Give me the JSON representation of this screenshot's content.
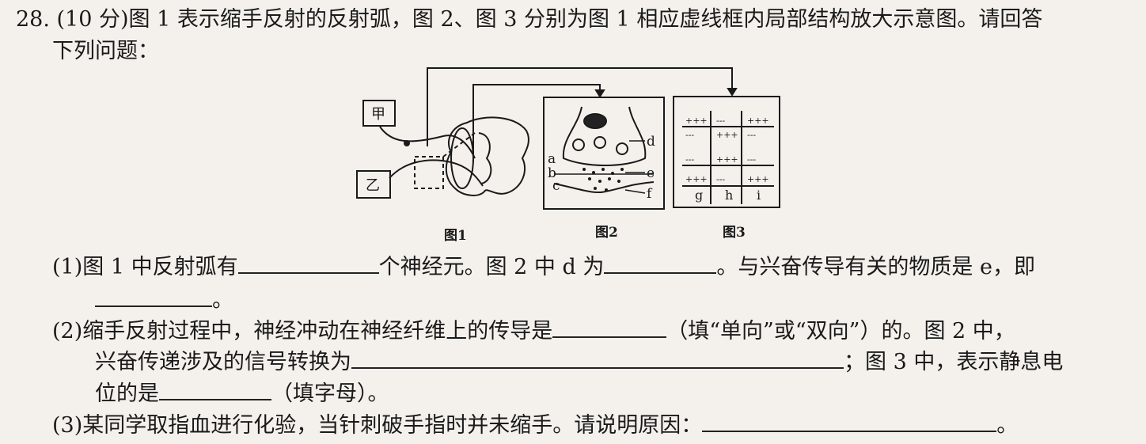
{
  "question": {
    "header": "28. (10 分)图 1 表示缩手反射的反射弧，图 2、图 3 分别为图 1 相应虚线框内局部结构放大示意图。请回答",
    "header_cont": "下列问题："
  },
  "figures": {
    "fig1": {
      "caption": "图1",
      "box_jia": "甲",
      "box_yi": "乙"
    },
    "fig2": {
      "caption": "图2",
      "labels": [
        "a",
        "b",
        "c",
        "d",
        "e",
        "f"
      ]
    },
    "fig3": {
      "caption": "图3",
      "labels": [
        "g",
        "h",
        "i"
      ],
      "top_row": [
        "+++",
        "---",
        "+++"
      ],
      "mid_row": [
        "---",
        "+++",
        "---"
      ],
      "bot_row1": [
        "---",
        "+++",
        "---"
      ],
      "bot_row2": [
        "+++",
        "---",
        "+++"
      ]
    }
  },
  "q1": {
    "part_a": "(1)图 1 中反射弧有",
    "part_b": "个神经元。图 2 中 d 为",
    "part_c": "。与兴奋传导有关的物质是 e，即",
    "part_d": "。"
  },
  "q2": {
    "part_a": "(2)缩手反射过程中，神经冲动在神经纤维上的传导是",
    "part_b": "（填“单向”或“双向”）的。图 2 中，",
    "part_c": "兴奋传递涉及的信号转换为",
    "part_d": "；图 3 中，表示静息电",
    "part_e": "位的是",
    "part_f": "（填字母）。"
  },
  "q3": {
    "part_a": "(3)某同学取指血进行化验，当针刺破手指时并未缩手。请说明原因：",
    "part_b": "。"
  }
}
